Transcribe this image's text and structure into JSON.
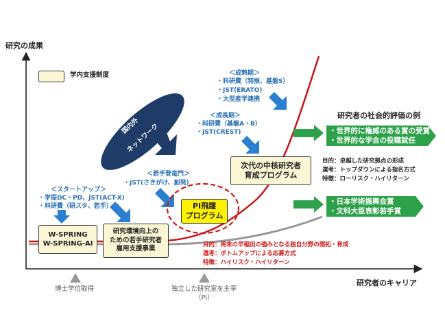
{
  "axes": {
    "y_label": "研究の成果",
    "x_label": "研究者のキャリア"
  },
  "legend": {
    "label": "学内支援制度",
    "color": "#fbf7d6"
  },
  "milestones": [
    {
      "label": "博士学位取得"
    },
    {
      "label_line1": "独立した研究室を主宰",
      "label_line2": "（PI）"
    }
  ],
  "network_ellipse": {
    "line1": "国内外",
    "line2": "ネットワーク",
    "color": "#1f3c68"
  },
  "funding_stages": {
    "startup": {
      "title": "＜スタートアップ＞",
      "line1": "・学振DC・PD、JST(ACT-X)",
      "line2": "・科研費（研スタ、若手）"
    },
    "young": {
      "title": "＜若手登竜門＞",
      "line1": "・JST(さきがけ、創発)"
    },
    "growth": {
      "title": "＜成長期＞",
      "line1": "・科研費（基盤A・B）",
      "line2": "・JST(CREST)"
    },
    "mature": {
      "title": "＜成熟期＞",
      "line1": "・科研費（特推、基盤S）",
      "line2": "・JST(ERATO)",
      "line3": "・大型産学連携"
    }
  },
  "support_boxes": {
    "wspring": {
      "line1": "W-SPRING",
      "line2": "W-SPRING-AI"
    },
    "environment": {
      "line1": "研究環境向上の",
      "line2": "ための若手研究者",
      "line3": "雇用支援事業"
    },
    "pi_program": {
      "line1": "PI飛躍",
      "line2": "プログラム",
      "color": "#fff200"
    },
    "core_program": {
      "line1": "次代の中核研究者",
      "line2": "育成プログラム"
    }
  },
  "core_program_desc": {
    "line1": "目的：卓越した研究拠点の形成",
    "line2": "選考：トップダウンによる指名方式",
    "line3": "特徴：ローリスク・ハイリターン"
  },
  "pi_program_desc": {
    "line1": "目的：将来の早稲田の強みとなる独自分野の開拓・育成",
    "line2": "選考：ボトムアップによる応募方式",
    "line3": "特徴：ハイリスク・ハイリターン"
  },
  "social_evaluation": {
    "title": "研究者の社会的評価の例",
    "upper": {
      "line1": "・世界的に権威のある賞の受賞",
      "line2": "・世界的な学会の役職就任"
    },
    "lower": {
      "line1": "・日本学術振興会賞",
      "line2": "・文科大臣表彰若手賞"
    },
    "arrow_color": "#2ea24a"
  },
  "colors": {
    "curve": "#c81414",
    "baseline": "#999999",
    "accent_blue": "#2a6fb6",
    "arrow_blue": "#2b7fd0"
  }
}
